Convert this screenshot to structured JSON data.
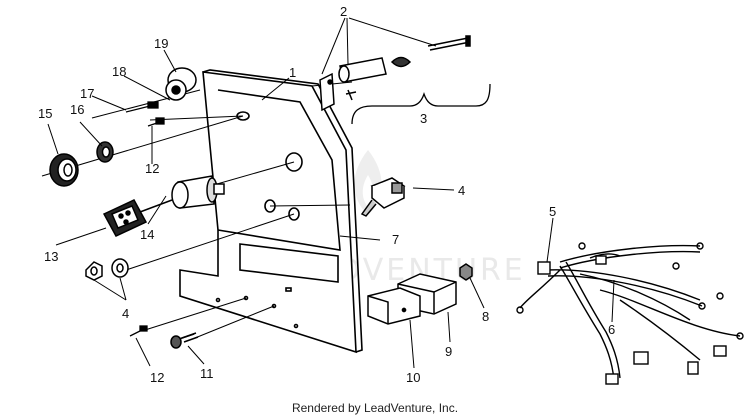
{
  "diagram": {
    "callouts": [
      "1",
      "2",
      "3",
      "4",
      "5",
      "6",
      "7",
      "8",
      "9",
      "10",
      "11",
      "12",
      "13",
      "14",
      "15",
      "16",
      "17",
      "18",
      "19"
    ],
    "callout_repeat": {
      "4": "4",
      "12": "12"
    },
    "watermark": "LEADVENTURE"
  },
  "footer": {
    "text": "Rendered by LeadVenture, Inc."
  }
}
